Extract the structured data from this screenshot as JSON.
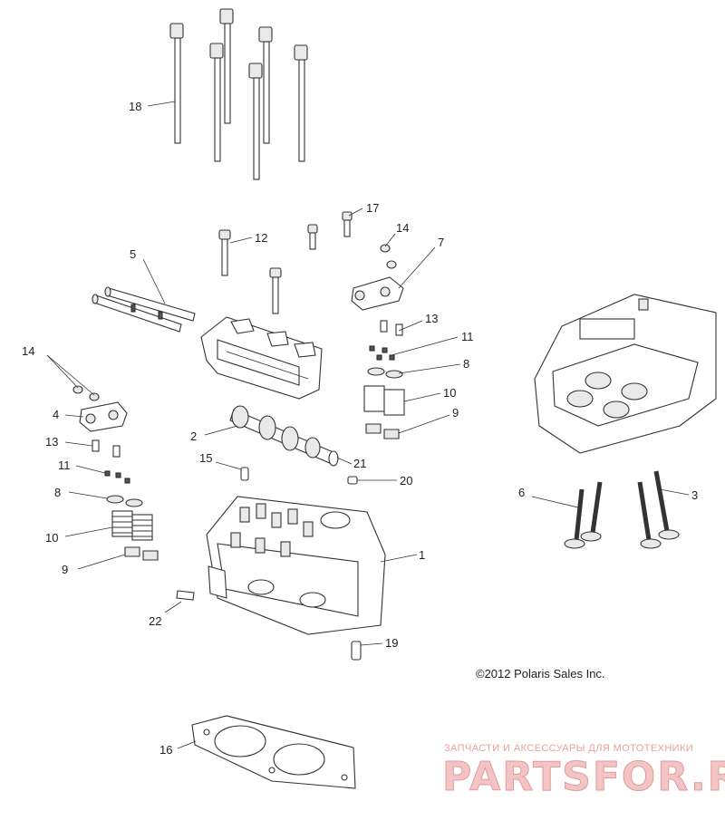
{
  "callouts": {
    "c18": "18",
    "c17": "17",
    "c14a": "14",
    "c12": "12",
    "c7": "7",
    "c5": "5",
    "c13a": "13",
    "c11a": "11",
    "c8a": "8",
    "c10a": "10",
    "c9a": "9",
    "c14b": "14",
    "c4": "4",
    "c2": "2",
    "c21": "21",
    "c15": "15",
    "c20": "20",
    "c13b": "13",
    "c11b": "11",
    "c8b": "8",
    "c10b": "10",
    "c9b": "9",
    "c1": "1",
    "c22": "22",
    "c19": "19",
    "c16": "16",
    "c6": "6",
    "c3": "3"
  },
  "copyright": "©2012 Polaris Sales Inc.",
  "watermark": {
    "tagline": "ЗАПЧАСТИ И АКСЕССУАРЫ ДЛЯ МОТОТЕХНИКИ",
    "logo": "PARTSFOR.RU"
  }
}
